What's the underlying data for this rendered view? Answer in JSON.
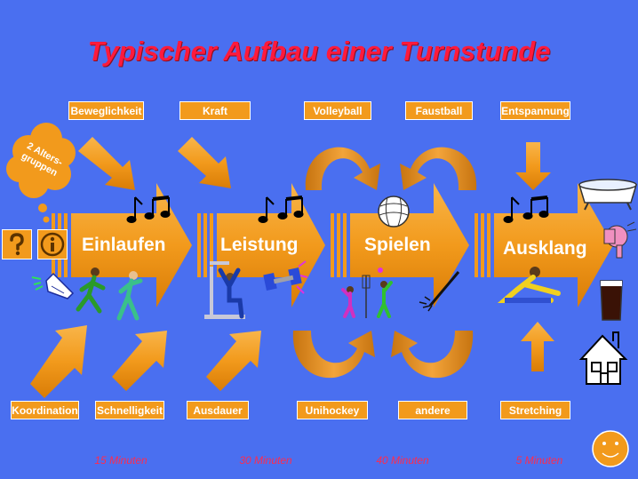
{
  "title": "Typischer Aufbau einer Turnstunde",
  "cloud_text": "2 Alters-gruppen",
  "stages": [
    {
      "label": "Einlaufen",
      "duration": "15 Minuten"
    },
    {
      "label": "Leistung",
      "duration": "30 Minuten"
    },
    {
      "label": "Spielen",
      "duration": "40 Minuten"
    },
    {
      "label": "Ausklang",
      "duration": "5 Minuten"
    }
  ],
  "top_labels": [
    "Beweglichkeit",
    "Kraft",
    "Volleyball",
    "Faustball",
    "Entspannung"
  ],
  "bottom_labels": [
    "Koordination",
    "Schnelligkeit",
    "Ausdauer",
    "Unihockey",
    "andere",
    "Stretching"
  ],
  "icons": {
    "help": "question-mark-icon",
    "info": "info-icon",
    "smiley": "smiley-icon"
  },
  "colors": {
    "background": "#4a6ff0",
    "arrow": "#f29a1c",
    "title": "#ff1a3c"
  }
}
